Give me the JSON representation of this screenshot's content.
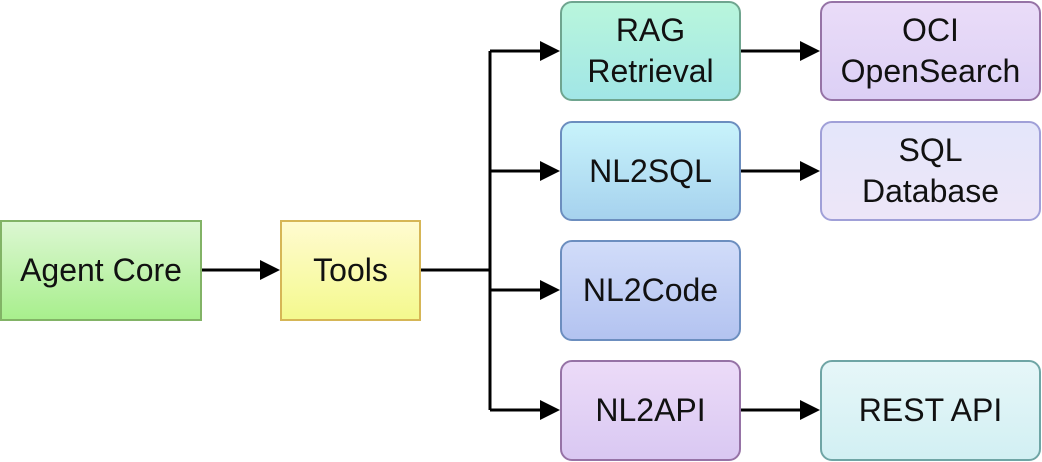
{
  "diagram": {
    "nodes": {
      "agent_core": "Agent Core",
      "tools": "Tools",
      "rag_retrieval": "RAG\nRetrieval",
      "nl2sql": "NL2SQL",
      "nl2code": "NL2Code",
      "nl2api": "NL2API",
      "oci_opensearch": "OCI\nOpenSearch",
      "sql_database": "SQL\nDatabase",
      "rest_api": "REST API"
    },
    "edges": [
      {
        "from": "agent_core",
        "to": "tools"
      },
      {
        "from": "tools",
        "to": "rag_retrieval"
      },
      {
        "from": "tools",
        "to": "nl2sql"
      },
      {
        "from": "tools",
        "to": "nl2code"
      },
      {
        "from": "tools",
        "to": "nl2api"
      },
      {
        "from": "rag_retrieval",
        "to": "oci_opensearch"
      },
      {
        "from": "nl2sql",
        "to": "sql_database"
      },
      {
        "from": "nl2api",
        "to": "rest_api"
      }
    ],
    "colors": {
      "edge": "#000000",
      "text": "#111111"
    }
  }
}
